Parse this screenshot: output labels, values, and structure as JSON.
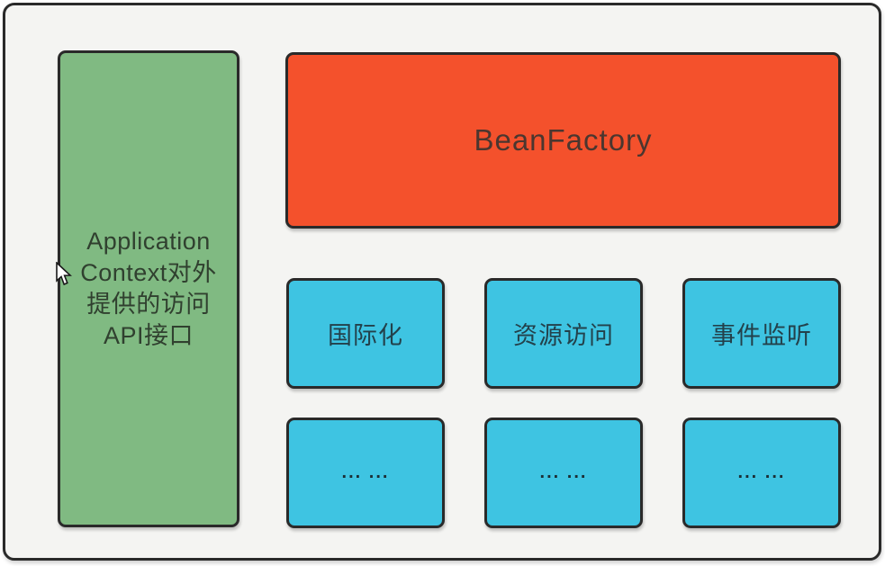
{
  "diagram": {
    "left_panel": {
      "full_label": "Application Context对外提供的访问 API接口",
      "lines": [
        "Application",
        "Context对外",
        "提供的访问",
        "API接口"
      ]
    },
    "bean_factory": {
      "label": "BeanFactory"
    },
    "features": [
      {
        "label": "国际化"
      },
      {
        "label": "资源访问"
      },
      {
        "label": "事件监听"
      }
    ],
    "placeholders": [
      {
        "label": "... ..."
      },
      {
        "label": "... ..."
      },
      {
        "label": "... ..."
      }
    ],
    "colors": {
      "left_panel_fill": "#80ba82",
      "bean_factory_fill": "#f4512c",
      "feature_fill": "#3ec4e2",
      "frame_background": "#f4f4f2",
      "outer_background": "#ffffff",
      "border": "#2a2a2a",
      "text_dark": "#30402f"
    }
  }
}
